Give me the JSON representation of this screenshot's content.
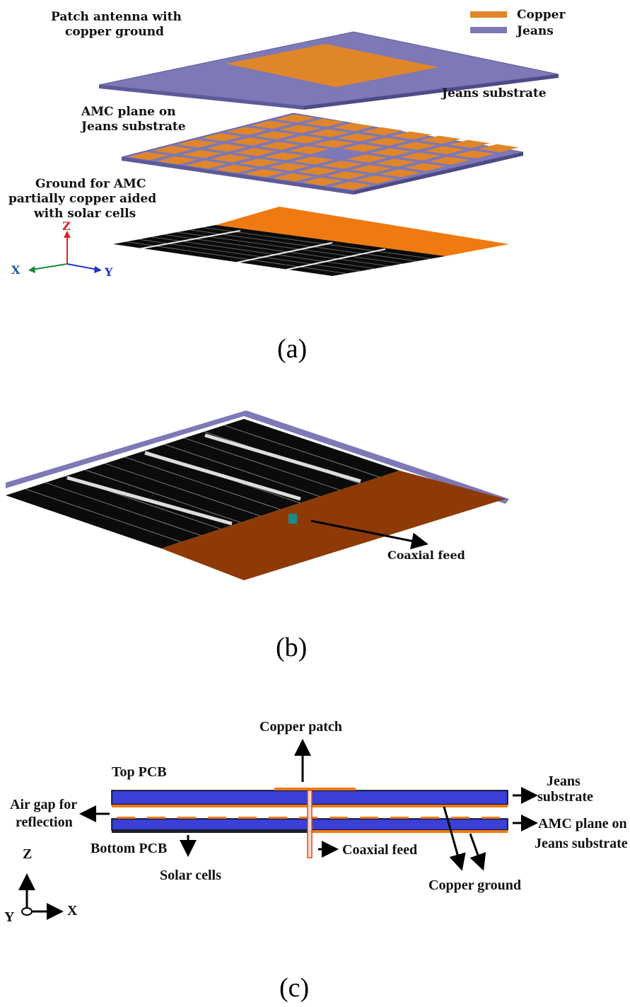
{
  "legend": {
    "items": [
      {
        "label": "Copper",
        "color": "#E0862A"
      },
      {
        "label": "Jeans",
        "color": "#7D78B6"
      }
    ]
  },
  "panel_a": {
    "caption": "(a)",
    "patch_label_1": "Patch antenna with",
    "patch_label_2": "copper ground",
    "jeans_substrate": "Jeans substrate",
    "amc_label_1": "AMC plane on",
    "amc_label_2": "Jeans substrate",
    "ground_label_1": "Ground for AMC",
    "ground_label_2": "partially copper aided",
    "ground_label_3": "with solar cells",
    "axis_z": "Z",
    "axis_x": "X",
    "axis_y": "Y"
  },
  "panel_b": {
    "caption": "(b)",
    "coaxial_feed": "Coaxial feed"
  },
  "panel_c": {
    "caption": "(c)",
    "copper_patch": "Copper patch",
    "top_pcb": "Top PCB",
    "jeans_1": "Jeans",
    "jeans_2": "substrate",
    "air_gap_1": "Air gap for",
    "air_gap_2": "reflection",
    "amc_1": "AMC plane on a",
    "amc_2": "Jeans substrate",
    "bottom_pcb": "Bottom PCB",
    "solar_cells": "Solar cells",
    "coaxial_feed": "Coaxial feed",
    "copper_ground": "Copper ground",
    "axis_z": "Z",
    "axis_y": "Y",
    "axis_x": "X"
  },
  "colors": {
    "copper": "#E0862A",
    "jeans": "#7D78B6",
    "solar": "#0B0B0B",
    "ground_copper": "#F07A12",
    "dark_copper": "#8E3A07",
    "pcb_blue": "#3A3FD6"
  }
}
